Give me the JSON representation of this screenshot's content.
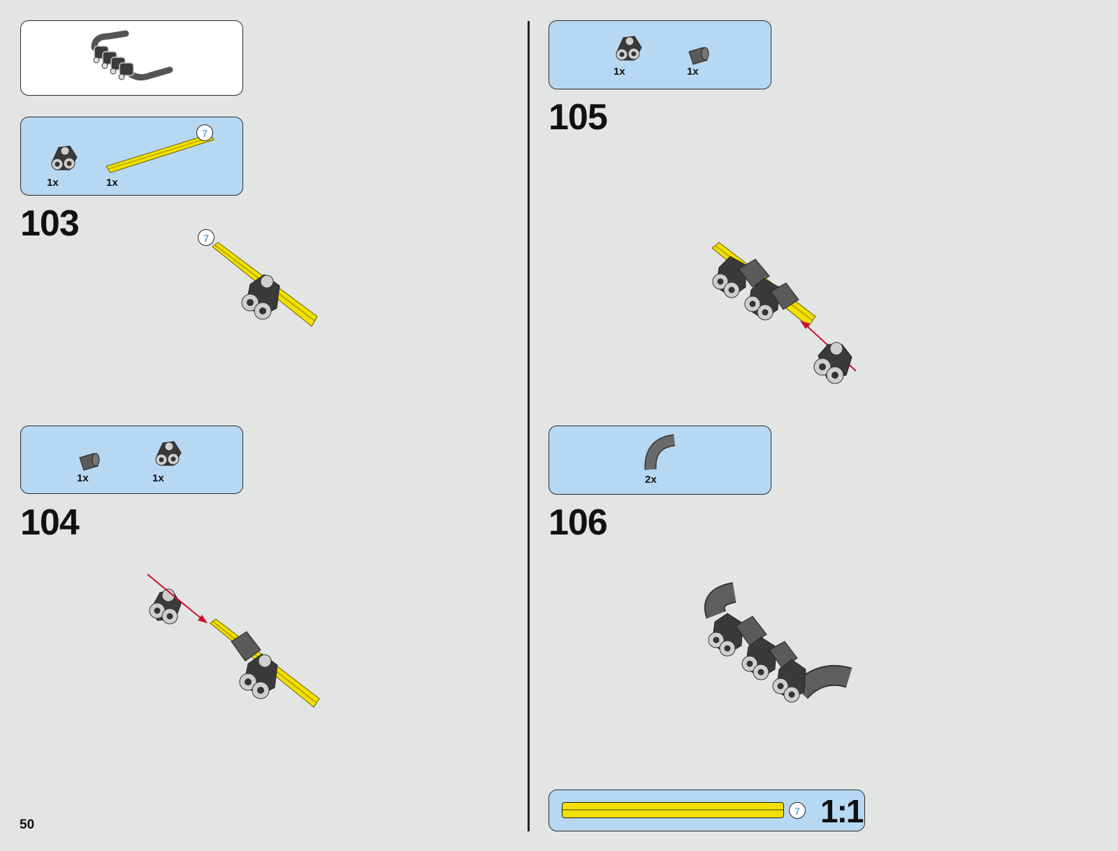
{
  "page_number": "50",
  "steps": [
    {
      "number": "103",
      "parts": [
        {
          "qty": "1x",
          "icon": "connector-icon"
        },
        {
          "qty": "1x",
          "icon": "axle-7-icon",
          "length": "7"
        }
      ],
      "callout_length": "7"
    },
    {
      "number": "104",
      "parts": [
        {
          "qty": "1x",
          "icon": "bushing-icon"
        },
        {
          "qty": "1x",
          "icon": "connector-icon"
        }
      ]
    },
    {
      "number": "105",
      "parts": [
        {
          "qty": "1x",
          "icon": "connector-icon"
        },
        {
          "qty": "1x",
          "icon": "bushing-icon"
        }
      ]
    },
    {
      "number": "106",
      "parts": [
        {
          "qty": "2x",
          "icon": "curved-tube-icon"
        }
      ]
    }
  ],
  "scale_ruler": {
    "length": "7",
    "scale": "1:1"
  },
  "colors": {
    "background": "#e3e4e4",
    "parts_box": "#b7d8f3",
    "axle": "#f2e000",
    "arrow": "#c8102e",
    "dark_part": "#3a3a3a",
    "light_part": "#c9c9c9"
  }
}
